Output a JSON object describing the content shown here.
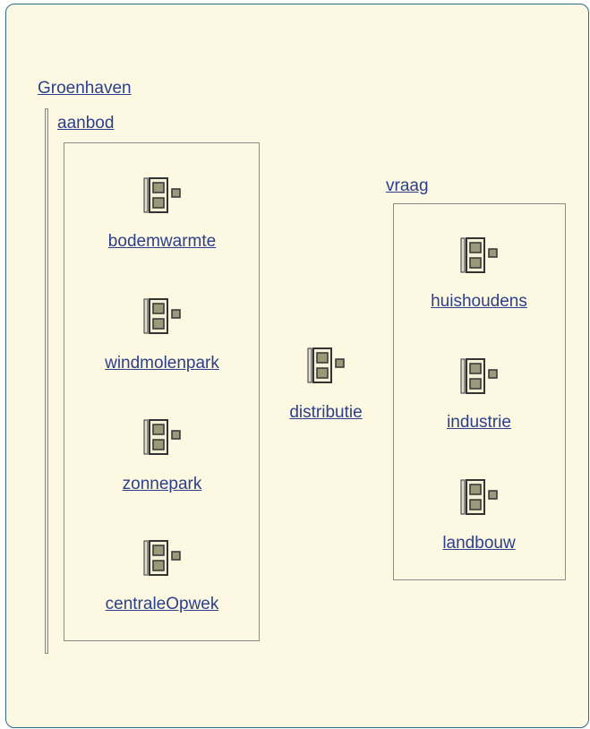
{
  "diagram": {
    "root": {
      "label": "Groenhaven"
    },
    "supply": {
      "label": "aanbod",
      "nodes": [
        {
          "label": "bodemwarmte",
          "icon": "module-icon"
        },
        {
          "label": "windmolenpark",
          "icon": "module-icon"
        },
        {
          "label": "zonnepark",
          "icon": "module-icon"
        },
        {
          "label": "centraleOpwek",
          "icon": "module-icon"
        }
      ]
    },
    "distribution": {
      "label": "distributie",
      "icon": "module-icon"
    },
    "demand": {
      "label": "vraag",
      "nodes": [
        {
          "label": "huishoudens",
          "icon": "module-icon"
        },
        {
          "label": "industrie",
          "icon": "module-icon"
        },
        {
          "label": "landbouw",
          "icon": "module-icon"
        }
      ]
    },
    "colors": {
      "background": "#fdf8e1",
      "border": "#2f6b84",
      "link": "#2c3f8c",
      "icon_fill": "#9a9a7a"
    }
  }
}
